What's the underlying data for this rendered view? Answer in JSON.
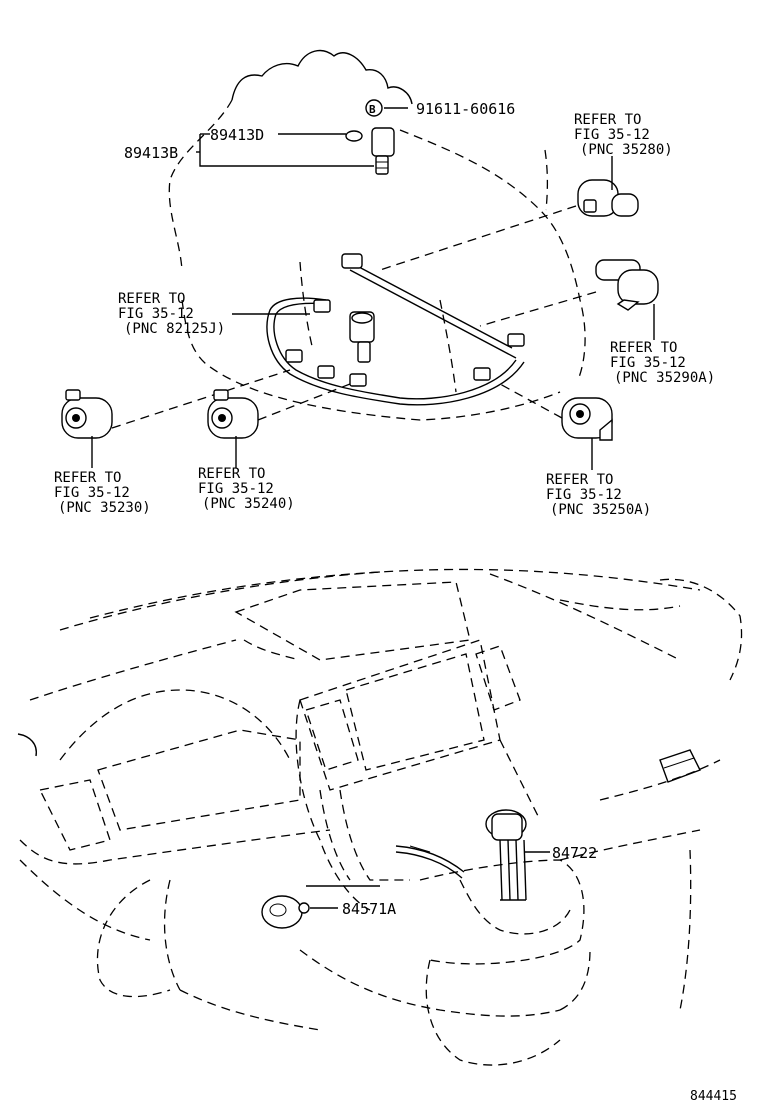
{
  "parts": {
    "bolt_pn": "91611-60616",
    "bolt_badge": "B",
    "sensor_assy_pn": "89413B",
    "sensor_pn": "89413D",
    "shift_cable_pn": "84722",
    "switch_pn": "84571A",
    "figure_id": "844415"
  },
  "refs": {
    "r35280": [
      "REFER TO",
      "FIG 35-12",
      "(PNC 35280)"
    ],
    "r82125j": [
      "REFER TO",
      "FIG 35-12",
      "(PNC 82125J)"
    ],
    "r35290a": [
      "REFER TO",
      "FIG 35-12",
      "(PNC 35290A)"
    ],
    "r35230": [
      "REFER TO",
      "FIG 35-12",
      "(PNC 35230)"
    ],
    "r35240": [
      "REFER TO",
      "FIG 35-12",
      "(PNC 35240)"
    ],
    "r35250a": [
      "REFER TO",
      "FIG 35-12",
      "(PNC 35250A)"
    ]
  }
}
